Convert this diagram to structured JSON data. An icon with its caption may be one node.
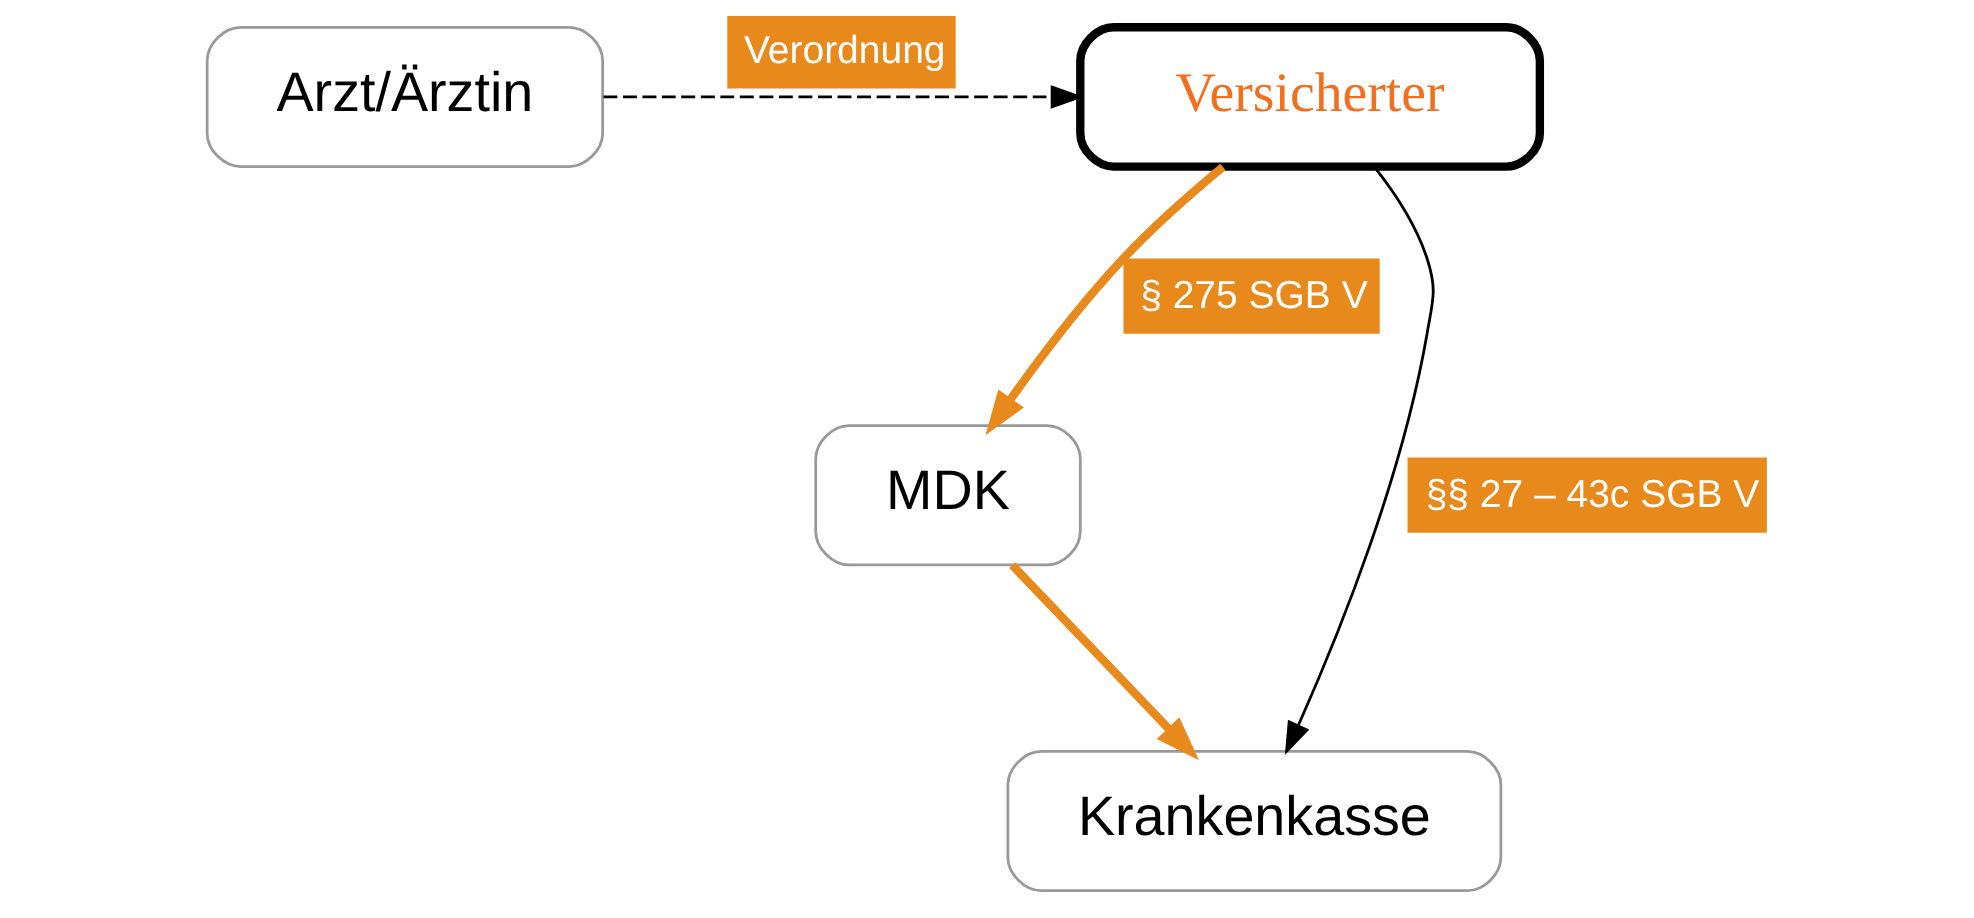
{
  "diagram": {
    "nodes": [
      {
        "text": [
          "Arzt/Ärztin"
        ]
      },
      {
        "text": [
          "Versicherter"
        ]
      },
      {
        "text": [
          "MDK"
        ]
      },
      {
        "text": [
          "Krankenkasse"
        ]
      }
    ],
    "edges": [
      {
        "from": 0,
        "to": 1,
        "arrow": "to",
        "style": "dashed",
        "color": "#000000",
        "label": "Verordnung"
      },
      {
        "from": 1,
        "to": 2,
        "arrow": "to",
        "style": "thick",
        "color": "#e8891c",
        "label": "§ 275 SGB V"
      },
      {
        "from": 2,
        "to": 3,
        "arrow": "to",
        "style": "thick",
        "color": "#e8891c"
      },
      {
        "from": 1,
        "to": 3,
        "arrow": "to",
        "color": "#000000",
        "label": "§§ 27 – 43c SGB V"
      }
    ]
  }
}
